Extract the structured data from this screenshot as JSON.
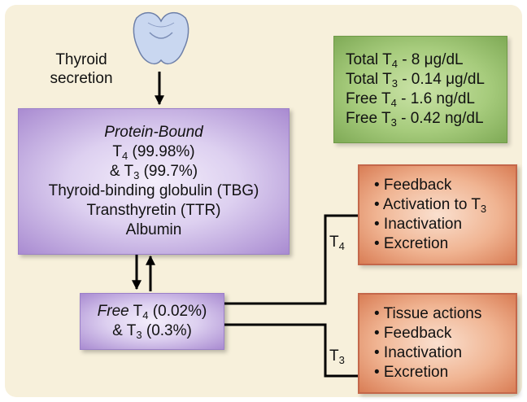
{
  "diagram": {
    "source_label": {
      "line1": "Thyroid",
      "line2": "secretion"
    },
    "protein_bound": {
      "title": "Protein-Bound",
      "t4_pre": "T",
      "t4_sub": "4",
      "t4_post": " (99.98%)",
      "t3_pre": "& T",
      "t3_sub": "3",
      "t3_post": " (99.7%)",
      "tbg": "Thyroid-binding globulin (TBG)",
      "ttr": "Transthyretin (TTR)",
      "albumin": "Albumin"
    },
    "free": {
      "title": "Free",
      "t4_pre": " T",
      "t4_sub": "4",
      "t4_post": " (0.02%)",
      "t3_pre": "& T",
      "t3_sub": "3",
      "t3_post": " (0.3%)"
    },
    "levels": {
      "total_t4_pre": "Total T",
      "total_t4_sub": "4",
      "total_t4_post": " - 8 μg/dL",
      "total_t3_pre": "Total T",
      "total_t3_sub": "3",
      "total_t3_post": " - 0.14 μg/dL",
      "free_t4_pre": "Free T",
      "free_t4_sub": "4",
      "free_t4_post": " - 1.6 ng/dL",
      "free_t3_pre": "Free T",
      "free_t3_sub": "3",
      "free_t3_post": " - 0.42 ng/dL"
    },
    "t4_branch": {
      "label_pre": "T",
      "label_sub": "4",
      "feedback": "• Feedback",
      "activation_pre": "• Activation to T",
      "activation_sub": "3",
      "inactivation": "• Inactivation",
      "excretion": "• Excretion"
    },
    "t3_branch": {
      "label_pre": "T",
      "label_sub": "3",
      "tissue": "• Tissue actions",
      "feedback": "• Feedback",
      "inactivation": "• Inactivation",
      "excretion": "• Excretion"
    },
    "colors": {
      "background": "#f7f0db",
      "protein_box": "#c3afe3",
      "levels_box": "#9dc572",
      "action_box": "#eea682",
      "gland": "#c9d7f0"
    },
    "icons": {
      "gland": "thyroid-gland-icon"
    }
  }
}
